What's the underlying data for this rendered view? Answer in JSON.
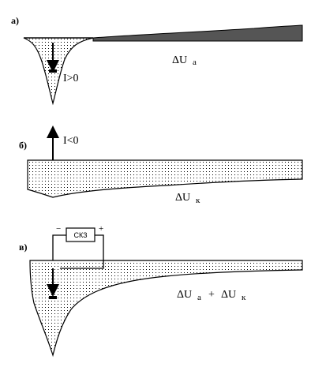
{
  "panels": {
    "a": {
      "letter": "а)",
      "current_label": "I>0",
      "delta": "ΔU",
      "subscript": "a"
    },
    "b": {
      "letter": "б)",
      "current_label": "I<0",
      "delta": "ΔU",
      "subscript": "к"
    },
    "c": {
      "letter": "в)",
      "device_label": "СКЗ",
      "minus_sign": "−",
      "plus_sign": "+",
      "delta1": "ΔU",
      "subscript1": "a",
      "plus": "+",
      "delta2": "ΔU",
      "subscript2": "к"
    }
  },
  "colors": {
    "ink": "#000000",
    "fill_dots": "#000000",
    "background": "#ffffff"
  }
}
